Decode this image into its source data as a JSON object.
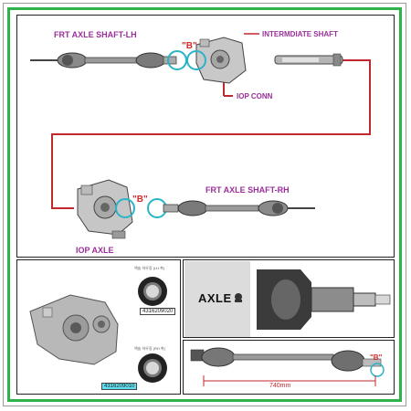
{
  "diagram": {
    "labels": {
      "frt_lh": "FRT AXLE SHAFT-LH",
      "intermediate": "INTERMDIATE SHAFT",
      "iop_conn": "IOP CONN",
      "frt_rh": "FRT AXLE SHAFT-RH",
      "iop_axle": "IOP AXLE",
      "b_marker_top": "\"B\"",
      "b_marker_mid": "\"B\"",
      "b_marker_bot": "\"B\""
    },
    "parts": {
      "seal_1_title": "액슬 하우징 (LH 측)",
      "seal_1_number": "4316209020",
      "seal_2_title": "액슬 하우징 (RH 측)",
      "seal_2_number": "4316209010"
    },
    "axle_badge": "AXLE",
    "dimension": "740mm",
    "colors": {
      "frame": "#2db34a",
      "connector_line": "#c0282d",
      "label": "#9b2f9b",
      "highlight_circle": "#2ab3c8",
      "part_highlight": "#5fe0f0"
    }
  }
}
